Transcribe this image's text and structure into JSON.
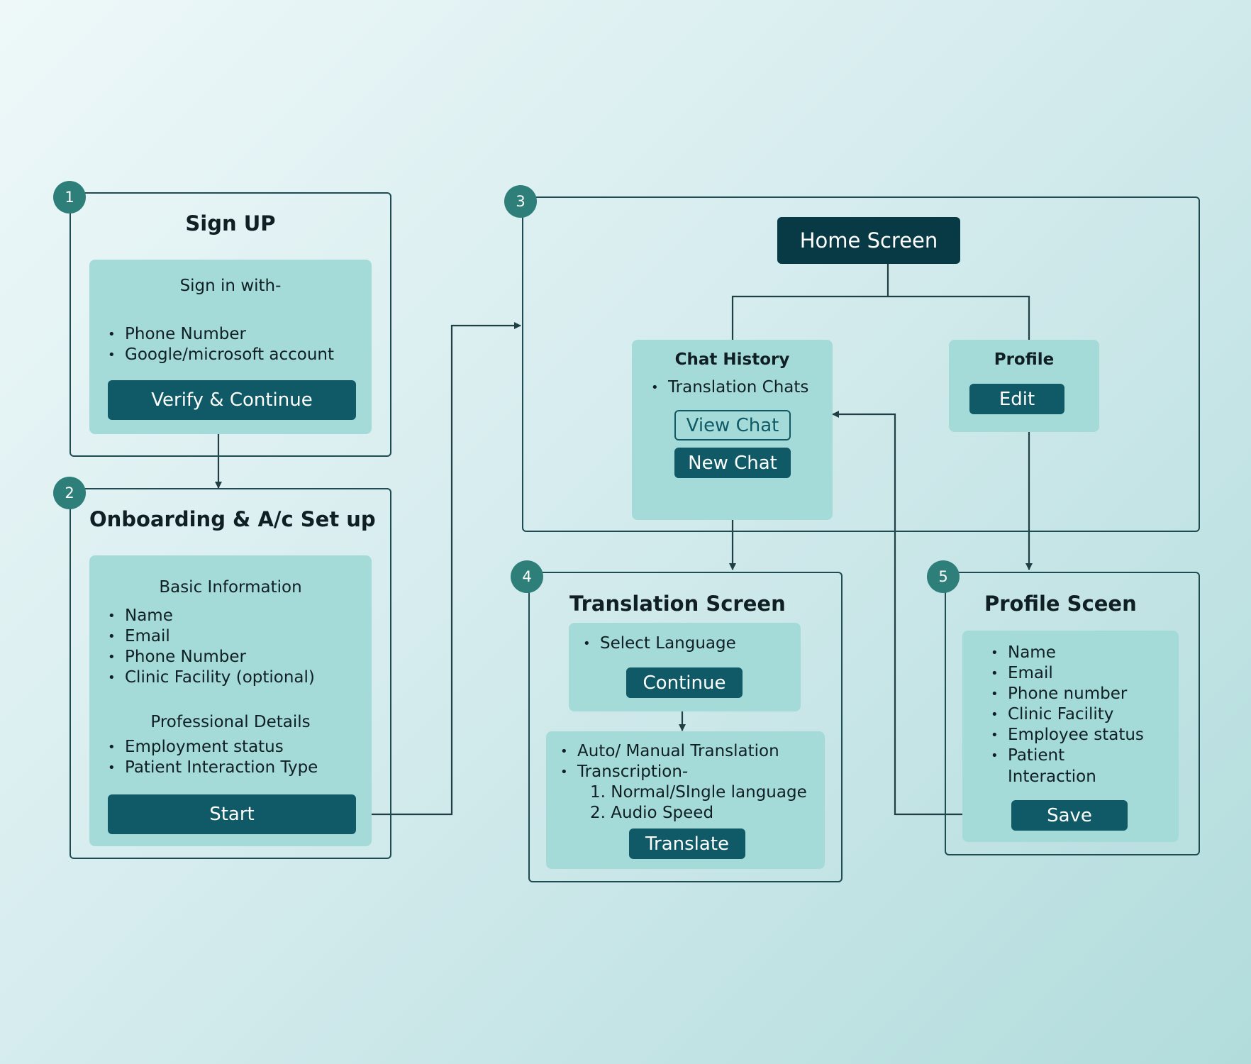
{
  "steps": {
    "signup": {
      "number": "1",
      "title": "Sign UP",
      "subtitle": "Sign in with-",
      "items": [
        "Phone Number",
        "Google/microsoft account"
      ],
      "button": "Verify & Continue"
    },
    "onboarding": {
      "number": "2",
      "title": "Onboarding & A/c Set up",
      "basic_heading": "Basic Information",
      "basic_items": [
        "Name",
        "Email",
        "Phone Number",
        "Clinic Facility (optional)"
      ],
      "professional_heading": "Professional Details",
      "professional_items": [
        "Employment status",
        "Patient Interaction Type"
      ],
      "button": "Start"
    },
    "home": {
      "number": "3",
      "title": "Home Screen",
      "chat_history": {
        "heading": "Chat History",
        "items": [
          "Translation Chats"
        ],
        "view_button": "View Chat",
        "new_button": "New Chat"
      },
      "profile": {
        "heading": "Profile",
        "button": "Edit"
      }
    },
    "translation": {
      "number": "4",
      "title": "Translation Screen",
      "select_items": [
        "Select Language"
      ],
      "continue_button": "Continue",
      "options_items": [
        "Auto/ Manual Translation",
        "Transcription-"
      ],
      "sub_items": [
        "1. Normal/SIngle language",
        "2. Audio Speed"
      ],
      "translate_button": "Translate"
    },
    "profile_screen": {
      "number": "5",
      "title": "Profile Sceen",
      "items": [
        "Name",
        "Email",
        "Phone number",
        "Clinic Facility",
        "Employee status",
        "Patient"
      ],
      "item_continuation": "Interaction",
      "button": "Save"
    }
  },
  "colors": {
    "accent_teal": "#2e7f7a",
    "button_teal": "#0f5a66",
    "button_dark": "#073a45",
    "panel_fill": "#a4dbd8",
    "line": "#1f4b52"
  }
}
